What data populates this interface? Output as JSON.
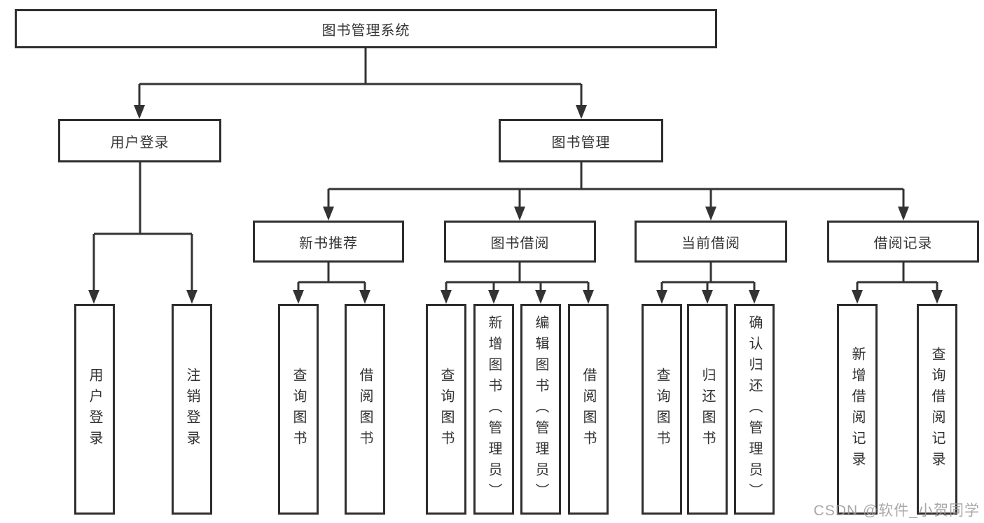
{
  "diagram_type": "functional-structure-tree",
  "tree": {
    "root": {
      "label": "图书管理系统"
    },
    "branches": [
      {
        "label": "用户登录",
        "children": [
          {
            "label": "用户登录"
          },
          {
            "label": "注销登录"
          }
        ]
      },
      {
        "label": "图书管理",
        "sections": [
          {
            "label": "新书推荐",
            "children": [
              {
                "label": "查询图书"
              },
              {
                "label": "借阅图书"
              }
            ]
          },
          {
            "label": "图书借阅",
            "children": [
              {
                "label": "查询图书"
              },
              {
                "label": "新增图书（管理员）"
              },
              {
                "label": "编辑图书（管理员）"
              },
              {
                "label": "借阅图书"
              }
            ]
          },
          {
            "label": "当前借阅",
            "children": [
              {
                "label": "查询图书"
              },
              {
                "label": "归还图书"
              },
              {
                "label": "确认归还（管理员）"
              }
            ]
          },
          {
            "label": "借阅记录",
            "children": [
              {
                "label": "新增借阅记录"
              },
              {
                "label": "查询借阅记录"
              }
            ]
          }
        ]
      }
    ]
  },
  "watermark": "CSDN @软件_小贺同学",
  "colors": {
    "line": "#333333",
    "box_border": "#2e2e2e",
    "text": "#333333",
    "watermark": "#9a9a9a",
    "background": "#ffffff"
  }
}
